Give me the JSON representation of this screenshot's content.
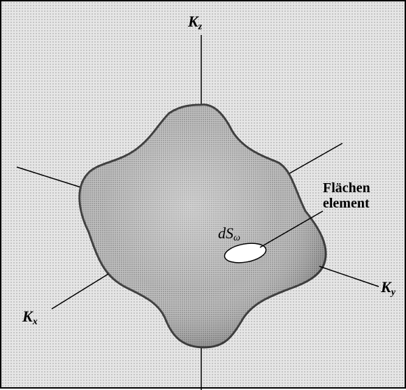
{
  "diagram": {
    "axes": {
      "z": {
        "base": "K",
        "sub": "z"
      },
      "y": {
        "base": "K",
        "sub": "y"
      },
      "x": {
        "base": "K",
        "sub": "x"
      }
    },
    "area_label": {
      "line1": "Flächen",
      "line2": "element"
    },
    "surface_element": {
      "base": "dS",
      "sub": "ω"
    }
  }
}
